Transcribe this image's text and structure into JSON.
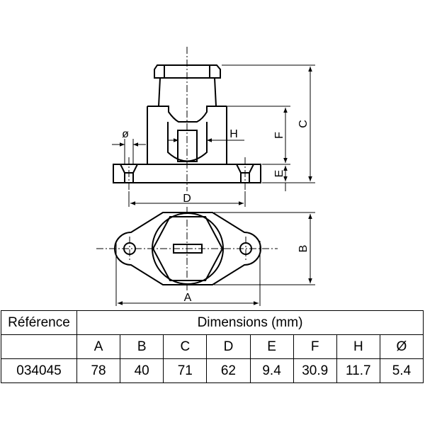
{
  "diagram": {
    "labels": {
      "A": "A",
      "B": "B",
      "C": "C",
      "D": "D",
      "E": "E",
      "F": "F",
      "H": "H",
      "O": "ø"
    }
  },
  "table": {
    "reference_header": "Référence",
    "dimensions_header": "Dimensions (mm)",
    "columns": [
      "A",
      "B",
      "C",
      "D",
      "E",
      "F",
      "H",
      "Ø"
    ],
    "row": {
      "reference": "034045",
      "values": [
        "78",
        "40",
        "71",
        "62",
        "9.4",
        "30.9",
        "11.7",
        "5.4"
      ]
    }
  }
}
